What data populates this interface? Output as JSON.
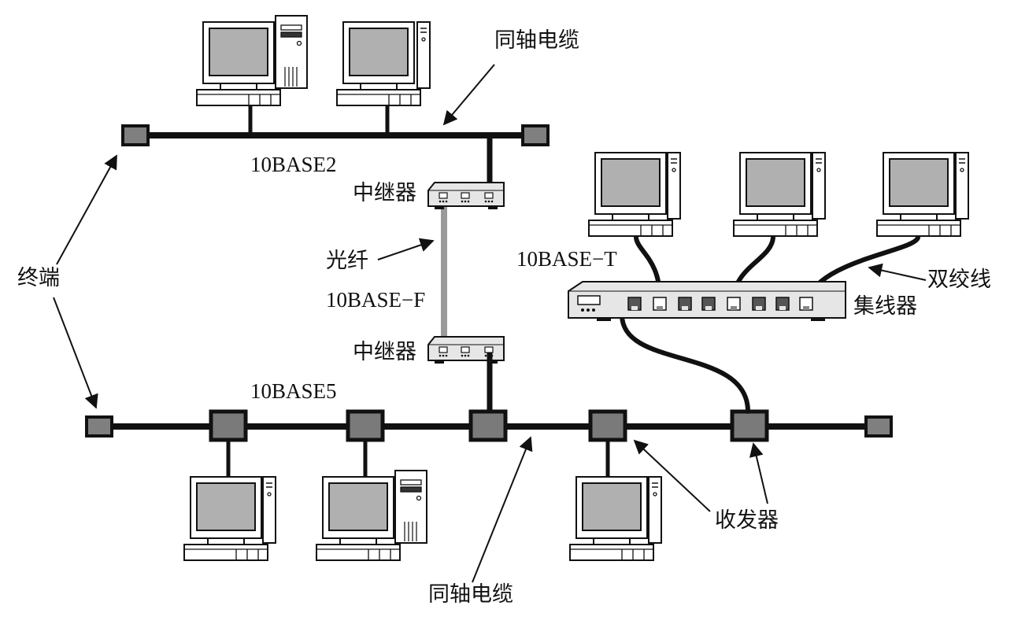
{
  "labels": {
    "coax_top": "同轴电缆",
    "coax_bottom": "同轴电缆",
    "std_thin": "10BASE2",
    "std_thick": "10BASE5",
    "std_twisted": "10BASE−T",
    "std_fiber": "10BASE−F",
    "repeater_top": "中继器",
    "repeater_bottom": "中继器",
    "fiber": "光纤",
    "terminator": "终端",
    "twisted_pair": "双绞线",
    "hub": "集线器",
    "transceiver": "收发器"
  },
  "colors": {
    "cable": "#111111",
    "fiber": "#9a9a9a",
    "device_fill": "#e6e6e6",
    "screen": "#b0b0b0",
    "terminator_fill": "#7f7f7f",
    "transceiver_fill": "#7a7a7a"
  },
  "icons": {
    "computer": "desktop-computer-icon",
    "repeater": "repeater-icon",
    "hub": "hub-icon",
    "terminator": "terminator-icon",
    "transceiver": "transceiver-icon"
  }
}
